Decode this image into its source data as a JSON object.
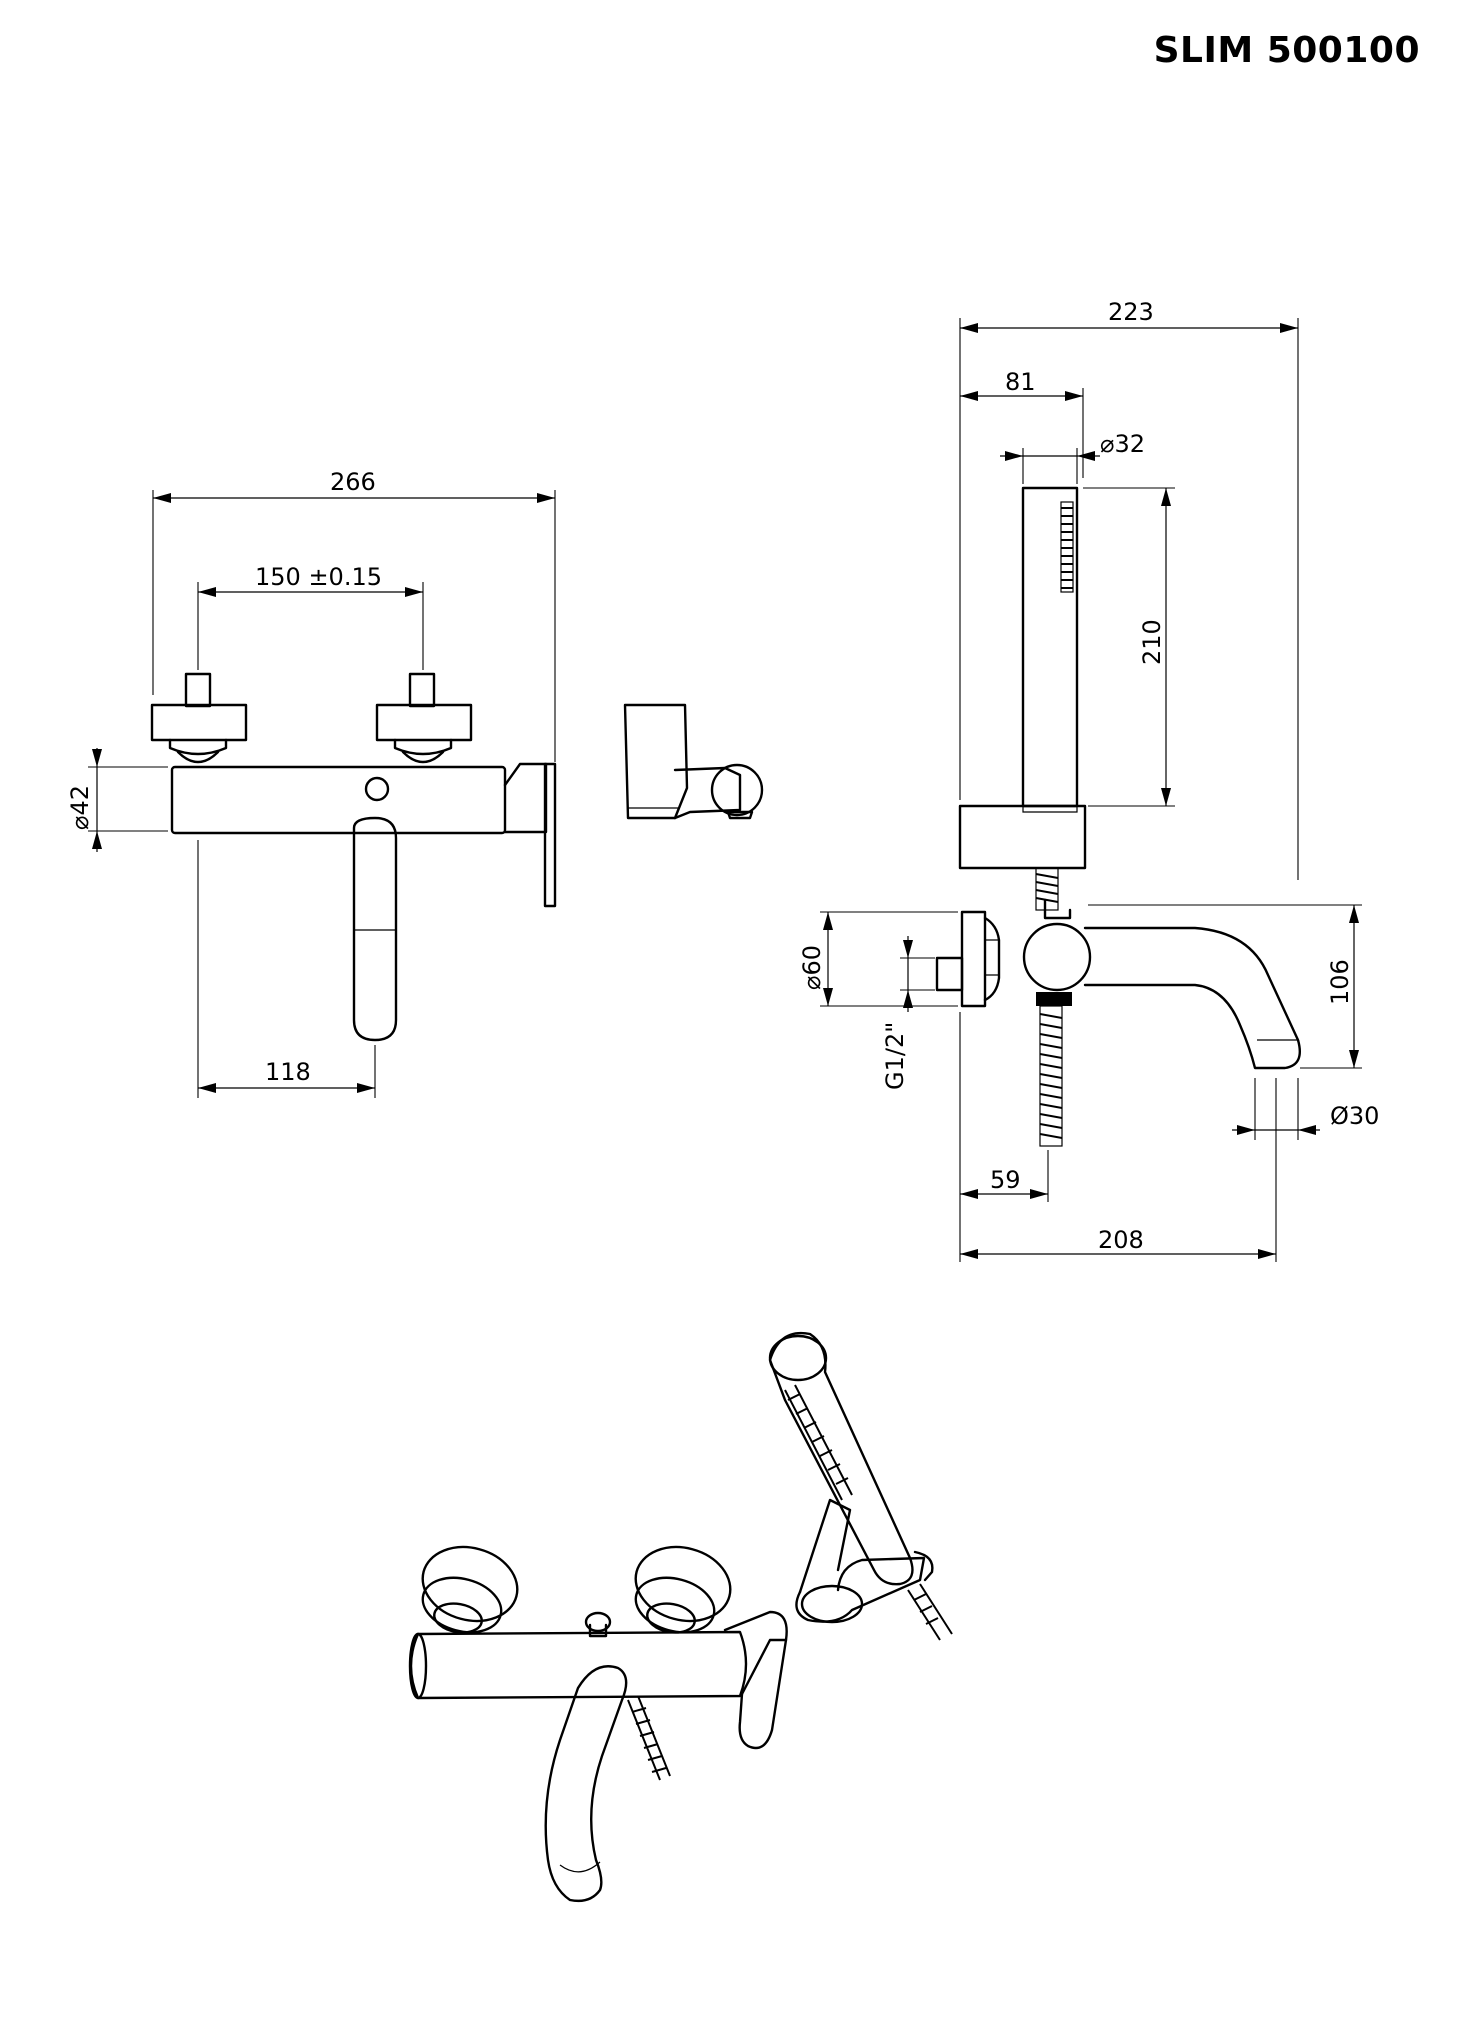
{
  "title": "SLIM 500100",
  "front_view": {
    "dims": {
      "overall_width": "266",
      "inlet_spacing": "150 ±0.15",
      "spout_offset": "118",
      "body_diameter": "⌀42"
    }
  },
  "side_view": {
    "dims": {
      "overall_depth": "223",
      "holder_offset": "81",
      "hand_shower_diameter": "⌀32",
      "hand_shower_length": "210",
      "flange_diameter": "⌀60",
      "thread": "G1/2\"",
      "height": "106",
      "spout_diameter": "Ø30",
      "hose_offset": "59",
      "spout_projection": "208"
    }
  }
}
